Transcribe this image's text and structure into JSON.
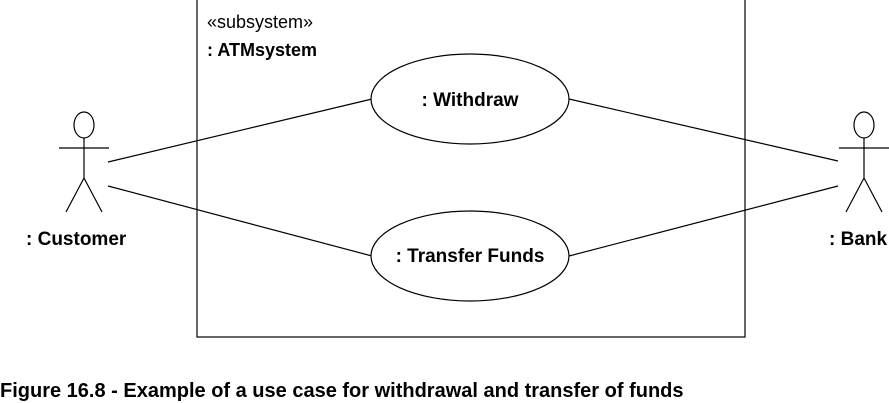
{
  "subsystem": {
    "stereotype": "«subsystem»",
    "name": ": ATMsystem"
  },
  "use_cases": {
    "withdraw": ": Withdraw",
    "transfer": ": Transfer Funds"
  },
  "actors": {
    "customer": ": Customer",
    "bank": ": Bank"
  },
  "caption": "Figure 16.8 - Example of a use case for withdrawal and transfer of funds"
}
